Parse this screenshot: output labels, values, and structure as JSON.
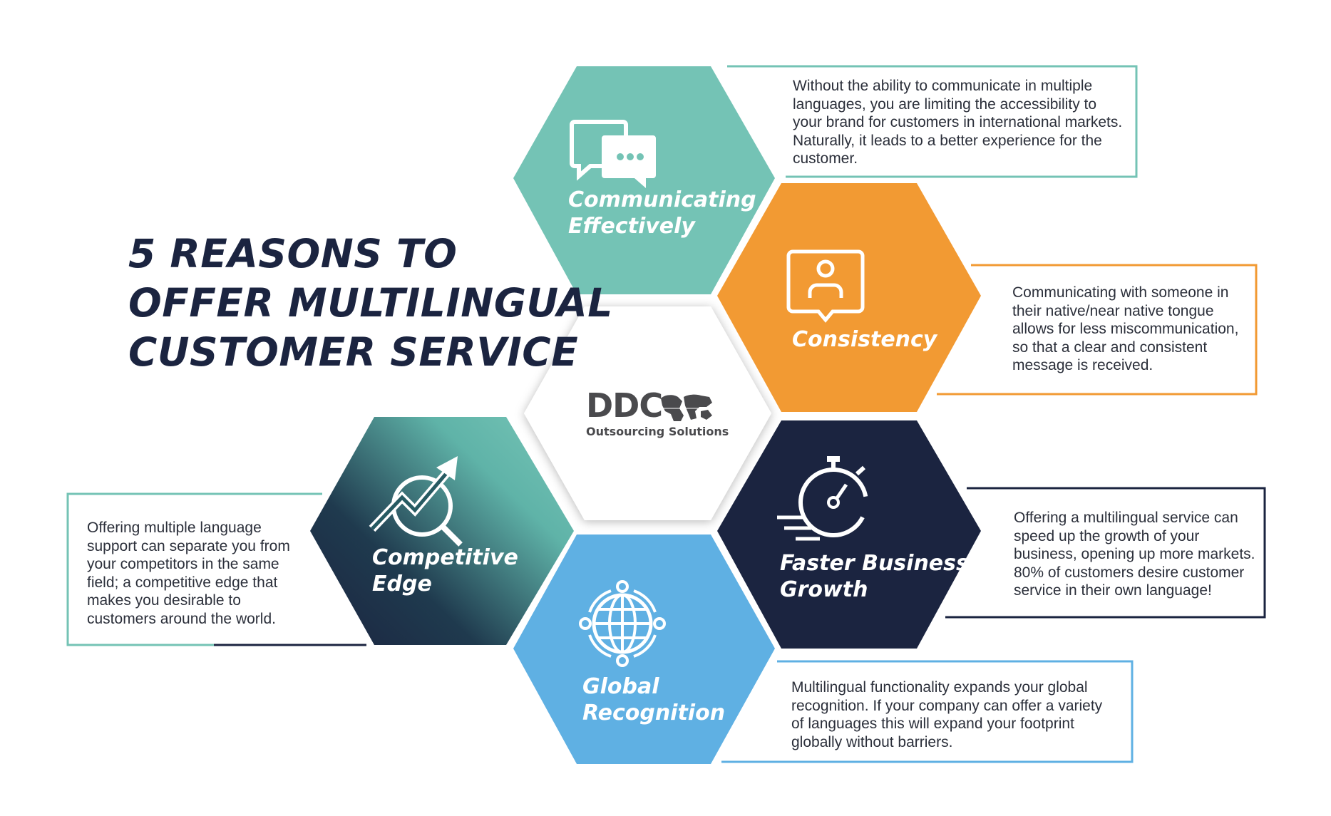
{
  "title": {
    "line1": "5 REASONS TO",
    "line2": "OFFER MULTILINGUAL",
    "line3": "CUSTOMER SERVICE"
  },
  "center": {
    "logo_text": "DDC",
    "logo_subtitle": "Outsourcing Solutions",
    "icon": "world-map-icon"
  },
  "reasons": [
    {
      "id": "communicating",
      "title_line1": "Communicating",
      "title_line2": "Effectively",
      "color": "#74c3b5",
      "icon": "chat-bubbles-icon",
      "description": "Without the ability to communicate in multiple languages, you are limiting the accessibility to your brand for customers in international markets. Naturally, it leads to a better experience for the customer."
    },
    {
      "id": "consistency",
      "title_line1": "Consistency",
      "title_line2": "",
      "color": "#f29a33",
      "icon": "person-speech-icon",
      "description": "Communicating with someone in their native/near native tongue allows for less miscommunication, so that a clear and consistent message is received."
    },
    {
      "id": "faster-growth",
      "title_line1": "Faster Business",
      "title_line2": "Growth",
      "color": "#1b2440",
      "icon": "stopwatch-icon",
      "description": "Offering a multilingual service can speed up the growth of your business, opening up more markets. 80% of customers desire customer service in their own language!"
    },
    {
      "id": "global-recognition",
      "title_line1": "Global",
      "title_line2": "Recognition",
      "color": "#5fb0e3",
      "icon": "globe-network-icon",
      "description": "Multilingual functionality expands your global recognition. If your company can offer a variety of languages this will expand your footprint globally without barriers."
    },
    {
      "id": "competitive-edge",
      "title_line1": "Competitive",
      "title_line2": "Edge",
      "color": "#74c3b5",
      "color_dark": "#1b2440",
      "icon": "growth-arrow-icon",
      "description": "Offering multiple language support can separate you from your competitors in the same field; a competitive edge that makes you desirable to customers around the world."
    }
  ]
}
